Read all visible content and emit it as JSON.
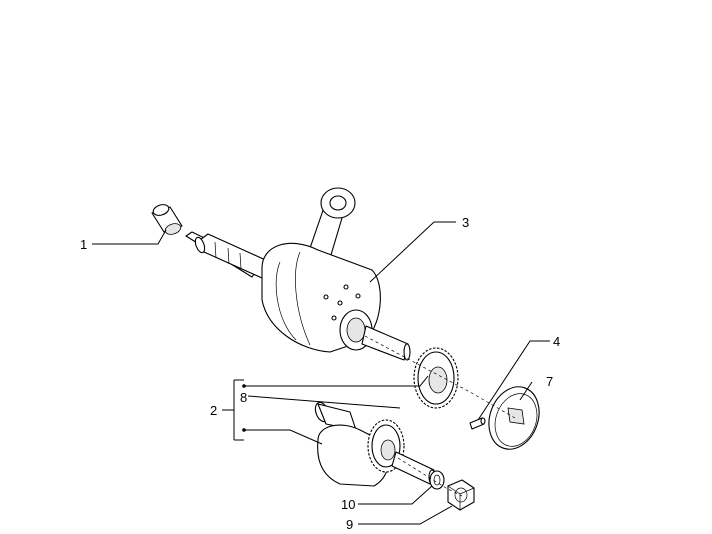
{
  "diagram": {
    "callouts": [
      {
        "id": "c1",
        "label": "1"
      },
      {
        "id": "c2",
        "label": "2"
      },
      {
        "id": "c3",
        "label": "3"
      },
      {
        "id": "c4",
        "label": "4"
      },
      {
        "id": "c7",
        "label": "7"
      },
      {
        "id": "c8",
        "label": "8"
      },
      {
        "id": "c9",
        "label": "9"
      },
      {
        "id": "c10",
        "label": "10"
      }
    ]
  }
}
